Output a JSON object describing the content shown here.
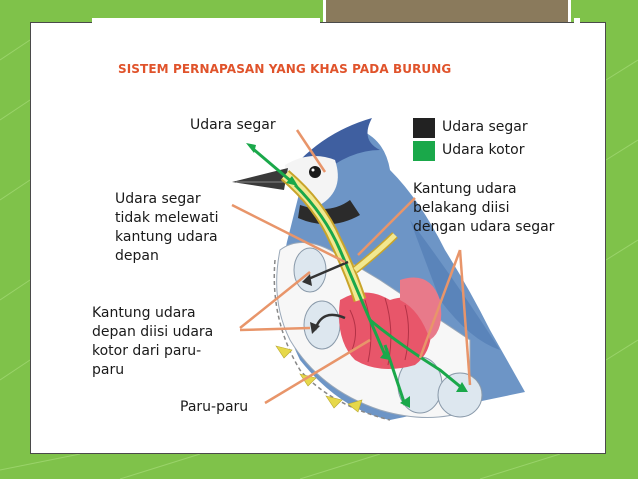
{
  "title": "SISTEM PERNAPASAN YANG KHAS PADA BURUNG",
  "labels": {
    "top_fresh": "Udara segar",
    "not_passing": "Udara segar\ntidak melewati\nkantung udara\ndepan",
    "front_sac": "Kantung udara\ndepan diisi udara\nkotor dari paru-\nparu",
    "lungs": "Paru-paru",
    "rear_sac": "Kantung udara\nbelakang diisi\ndengan udara segar"
  },
  "legend": [
    {
      "label": "Udara segar",
      "color": "#222222"
    },
    {
      "label": "Udara kotor",
      "color": "#1aa84a"
    }
  ],
  "colors": {
    "pointer": "#e8956a",
    "flow": "#1aa84a",
    "bird_body": "#6d95c6",
    "trachea": "#f2e890",
    "lung": "#e8566a",
    "air_sac": "#dde7ef"
  }
}
